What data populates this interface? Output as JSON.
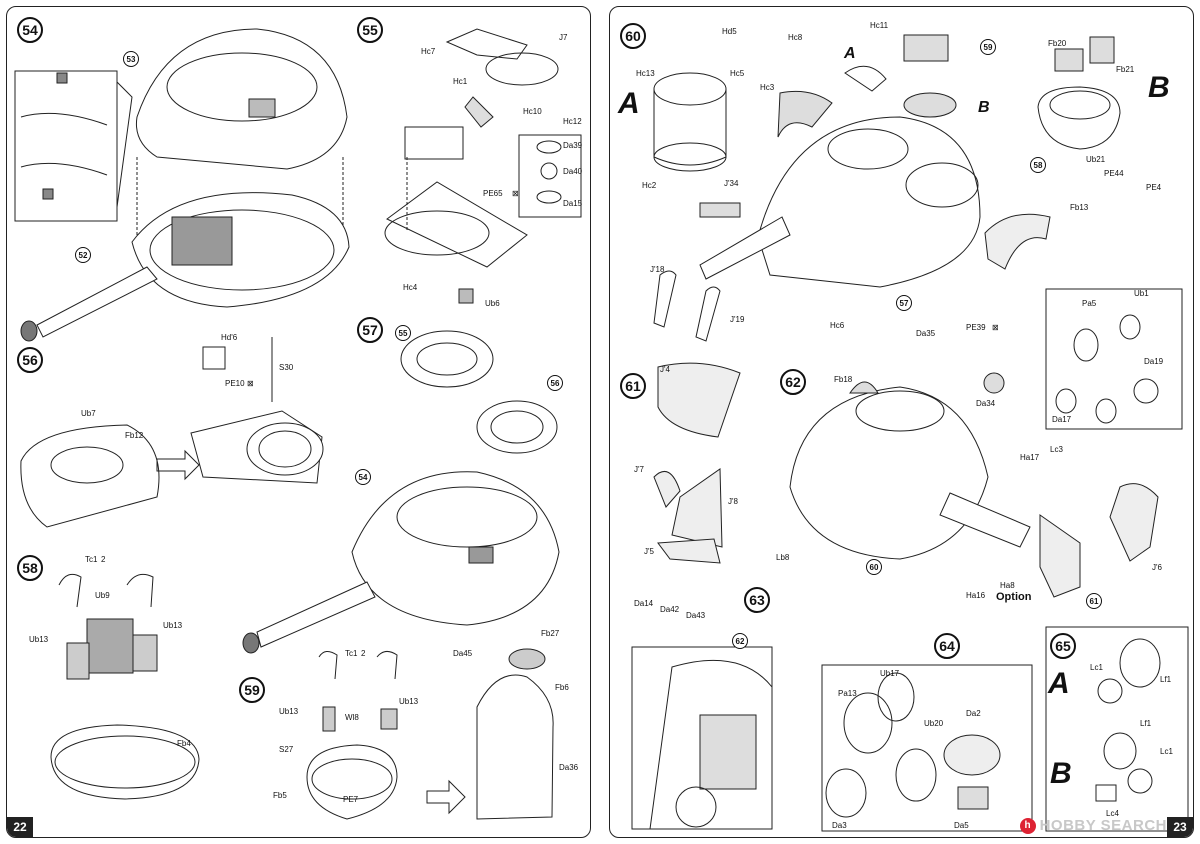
{
  "pages": {
    "left_number": "22",
    "right_number": "23"
  },
  "steps": {
    "s54": "54",
    "s55": "55",
    "s56": "56",
    "s57": "57",
    "s58": "58",
    "s59": "59",
    "s60": "60",
    "s61": "61",
    "s62": "62",
    "s63": "63",
    "s64": "64",
    "s65": "65"
  },
  "refs": {
    "r53": "53",
    "r52": "52",
    "r55": "55",
    "r56": "56",
    "r54": "54",
    "r59": "59",
    "r57": "57",
    "r58": "58",
    "r60": "60",
    "r61": "61",
    "r62": "62"
  },
  "labels": {
    "Hc7": "Hc7",
    "J7": "J7",
    "Hc1": "Hc1",
    "Hc10": "Hc10",
    "Hc12": "Hc12",
    "Da39": "Da39",
    "Da40": "Da40",
    "Da15": "Da15",
    "PE65": "PE65",
    "Hc4": "Hc4",
    "Ub6": "Ub6",
    "Ub7": "Ub7",
    "Fb12": "Fb12",
    "Hd6": "Hd'6",
    "PE10": "PE10",
    "S30": "S30",
    "Tc1a": "Tc1",
    "Ub9": "Ub9",
    "Ub13a": "Ub13",
    "Ub13b": "Ub13",
    "Fb4": "Fb4",
    "Tc1b": "Tc1",
    "Ub13c": "Ub13",
    "Wl8": "Wl8",
    "Ub13d": "Ub13",
    "S27": "S27",
    "Fb5": "Fb5",
    "PE7": "PE7",
    "Da45": "Da45",
    "Fb27": "Fb27",
    "Fb6": "Fb6",
    "Da36": "Da36",
    "Hd5": "Hd5",
    "Hc8": "Hc8",
    "Hc11": "Hc11",
    "Hc13": "Hc13",
    "Hc5": "Hc5",
    "Hc3": "Hc3",
    "Hc2": "Hc2",
    "J34": "J'34",
    "J18": "J'18",
    "J19": "J'19",
    "Fb20": "Fb20",
    "Fb21": "Fb21",
    "Ub21": "Ub21",
    "PE44": "PE44",
    "PE4": "PE4",
    "Fb13": "Fb13",
    "J4": "J'4",
    "J7b": "J'7",
    "J8": "J'8",
    "J5": "J'5",
    "Hc6": "Hc6",
    "Fb18": "Fb18",
    "Da35": "Da35",
    "PE39": "PE39",
    "Da34": "Da34",
    "Pa5": "Pa5",
    "Ub1": "Ub1",
    "Da17": "Da17",
    "Da19": "Da19",
    "Ha17": "Ha17",
    "Lc3": "Lc3",
    "Lb8": "Lb8",
    "Ha16": "Ha16",
    "Ha8": "Ha8",
    "J6": "J'6",
    "Da14": "Da14",
    "Da42": "Da42",
    "Da43": "Da43",
    "Ub17": "Ub17",
    "Pa13": "Pa13",
    "Ub20": "Ub20",
    "Da2": "Da2",
    "Da3": "Da3",
    "Da5": "Da5",
    "Lc1a": "Lc1",
    "Lf1a": "Lf1",
    "Lf1b": "Lf1",
    "Lc1b": "Lc1",
    "Lc4": "Lc4"
  },
  "glue": {
    "PE65": "⊠",
    "PE10": "⊠",
    "Tc1a": "2",
    "Tc1b": "2",
    "PE39": "⊠"
  },
  "variants": {
    "A1": "A",
    "B1": "B",
    "A2": "A",
    "B2": "B",
    "A3": "A",
    "B3": "B"
  },
  "option_text": "Option",
  "watermark": {
    "text": "HOBBY SEARCH",
    "icon": "h"
  }
}
